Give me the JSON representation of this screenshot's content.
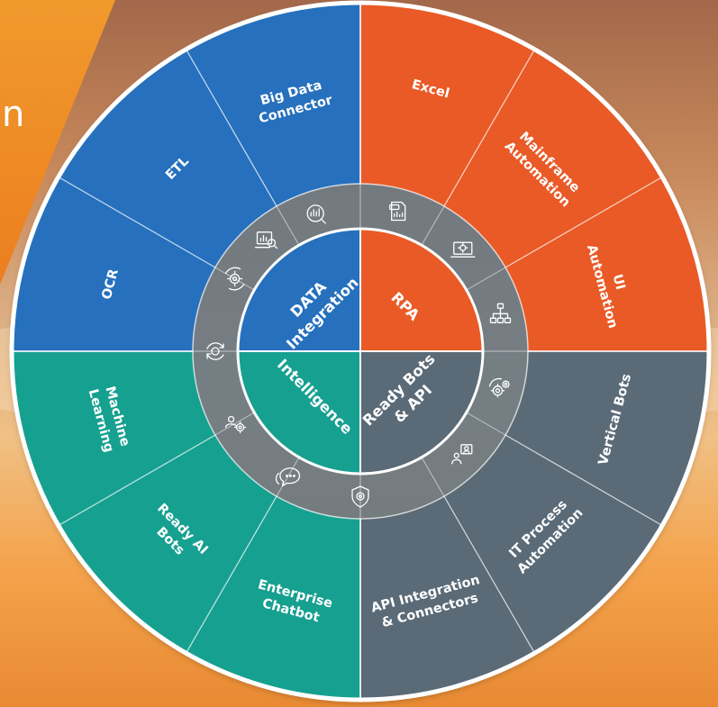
{
  "banner": {
    "text": "n"
  },
  "colors": {
    "data": "#2870bd",
    "rpa": "#e95a28",
    "bots": "#5a6b77",
    "intelligence": "#14a090",
    "ring": "#6f7b82",
    "banner": "#ef8a23"
  },
  "quadrants": {
    "data": {
      "core": [
        "DATA",
        "Integration"
      ],
      "items": [
        [
          "Big Data",
          "Connector"
        ],
        [
          "ETL"
        ],
        [
          "OCR"
        ]
      ]
    },
    "rpa": {
      "core": [
        "RPA"
      ],
      "items": [
        [
          "Excel"
        ],
        [
          "Mainframe",
          "Automation"
        ],
        [
          "UI",
          "Automation"
        ]
      ]
    },
    "bots": {
      "core": [
        "Ready Bots",
        "& API"
      ],
      "items": [
        [
          "Vertical Bots"
        ],
        [
          "IT Process",
          "Automation"
        ],
        [
          "API Integration",
          "& Connectors"
        ]
      ]
    },
    "intelligence": {
      "core": [
        "Intelligence"
      ],
      "items": [
        [
          "Enterprise",
          "Chatbot"
        ],
        [
          "Ready AI",
          "Bots"
        ],
        [
          "Machine",
          "Learning"
        ]
      ]
    }
  },
  "ring_icons": [
    "analytics-icon",
    "xls-file-icon",
    "laptop-gear-icon",
    "org-chart-icon",
    "gears-icon",
    "person-screen-icon",
    "shield-gear-icon",
    "chat-bubbles-icon",
    "people-gear-icon",
    "brain-cycle-icon",
    "gear-cycle-icon",
    "chart-search-icon"
  ]
}
